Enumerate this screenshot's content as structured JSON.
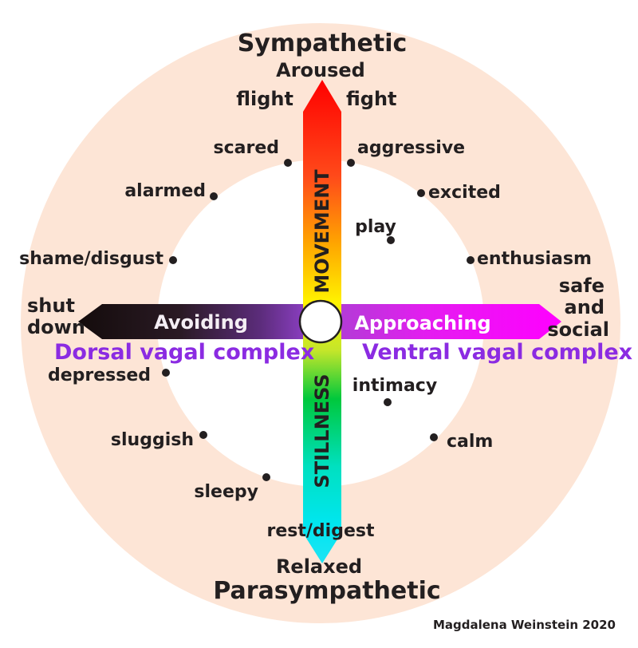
{
  "poles": {
    "top_title": "Sympathetic",
    "top_state": "Aroused",
    "top_left": "flight",
    "top_right": "fight",
    "bottom_top": "rest/digest",
    "bottom_state": "Relaxed",
    "bottom_title": "Parasympathetic"
  },
  "axes": {
    "vertical_upper": "MOVEMENT",
    "vertical_lower": "STILLNESS",
    "horizontal_left": "Avoiding",
    "horizontal_right": "Approaching",
    "left_end_line1": "shut",
    "left_end_line2": "down",
    "right_end_line1": "safe",
    "right_end_line2": "and",
    "right_end_line3": "social"
  },
  "complexes": {
    "left": "Dorsal vagal complex",
    "right": "Ventral vagal complex"
  },
  "emotions": {
    "scared": "scared",
    "aggressive": "aggressive",
    "alarmed": "alarmed",
    "excited": "excited",
    "play": "play",
    "shame": "shame/disgust",
    "enthusiasm": "enthusiasm",
    "depressed": "depressed",
    "intimacy": "intimacy",
    "sluggish": "sluggish",
    "calm": "calm",
    "sleepy": "sleepy"
  },
  "credit": "Magdalena Weinstein 2020",
  "colors": {
    "ring": "#fde5d6",
    "dot": "#231f20",
    "purple_text": "#8b2be2",
    "magenta": "#ff00ff",
    "dark_arrow": "#1c1414"
  }
}
